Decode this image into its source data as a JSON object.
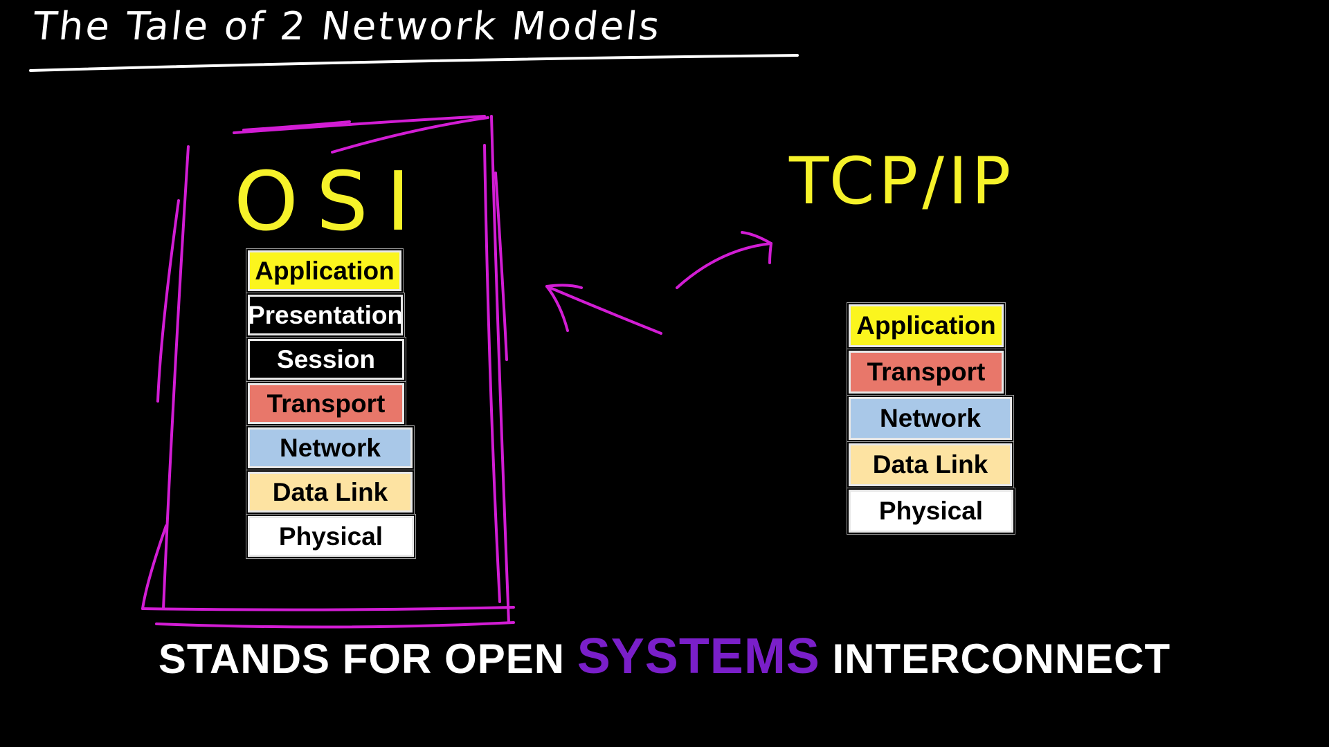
{
  "title": "The Tale of 2 Network Models",
  "osi": {
    "label": "OSI",
    "layers": [
      {
        "name": "Application",
        "color": "#fbf51e",
        "text_color": "#000000"
      },
      {
        "name": "Presentation",
        "color": "#000000",
        "text_color": "#ffffff"
      },
      {
        "name": "Session",
        "color": "#000000",
        "text_color": "#ffffff"
      },
      {
        "name": "Transport",
        "color": "#e8776a",
        "text_color": "#000000"
      },
      {
        "name": "Network",
        "color": "#a9c8e8",
        "text_color": "#000000"
      },
      {
        "name": "Data Link",
        "color": "#fde3a2",
        "text_color": "#000000"
      },
      {
        "name": "Physical",
        "color": "#ffffff",
        "text_color": "#000000"
      }
    ]
  },
  "tcpip": {
    "label": "TCP/IP",
    "layers": [
      {
        "name": "Application",
        "color": "#fbf51e",
        "text_color": "#000000"
      },
      {
        "name": "Transport",
        "color": "#e8776a",
        "text_color": "#000000"
      },
      {
        "name": "Network",
        "color": "#a9c8e8",
        "text_color": "#000000"
      },
      {
        "name": "Data Link",
        "color": "#fde3a2",
        "text_color": "#000000"
      },
      {
        "name": "Physical",
        "color": "#ffffff",
        "text_color": "#000000"
      }
    ]
  },
  "caption": {
    "before": "STANDS FOR OPEN ",
    "highlight": "SYSTEMS",
    "after": " INTERCONNECT"
  },
  "colors": {
    "background": "#000000",
    "sketch_magenta": "#d21dd4",
    "sketch_yellow": "#f6f22a",
    "highlight_purple": "#7a1fc9"
  }
}
